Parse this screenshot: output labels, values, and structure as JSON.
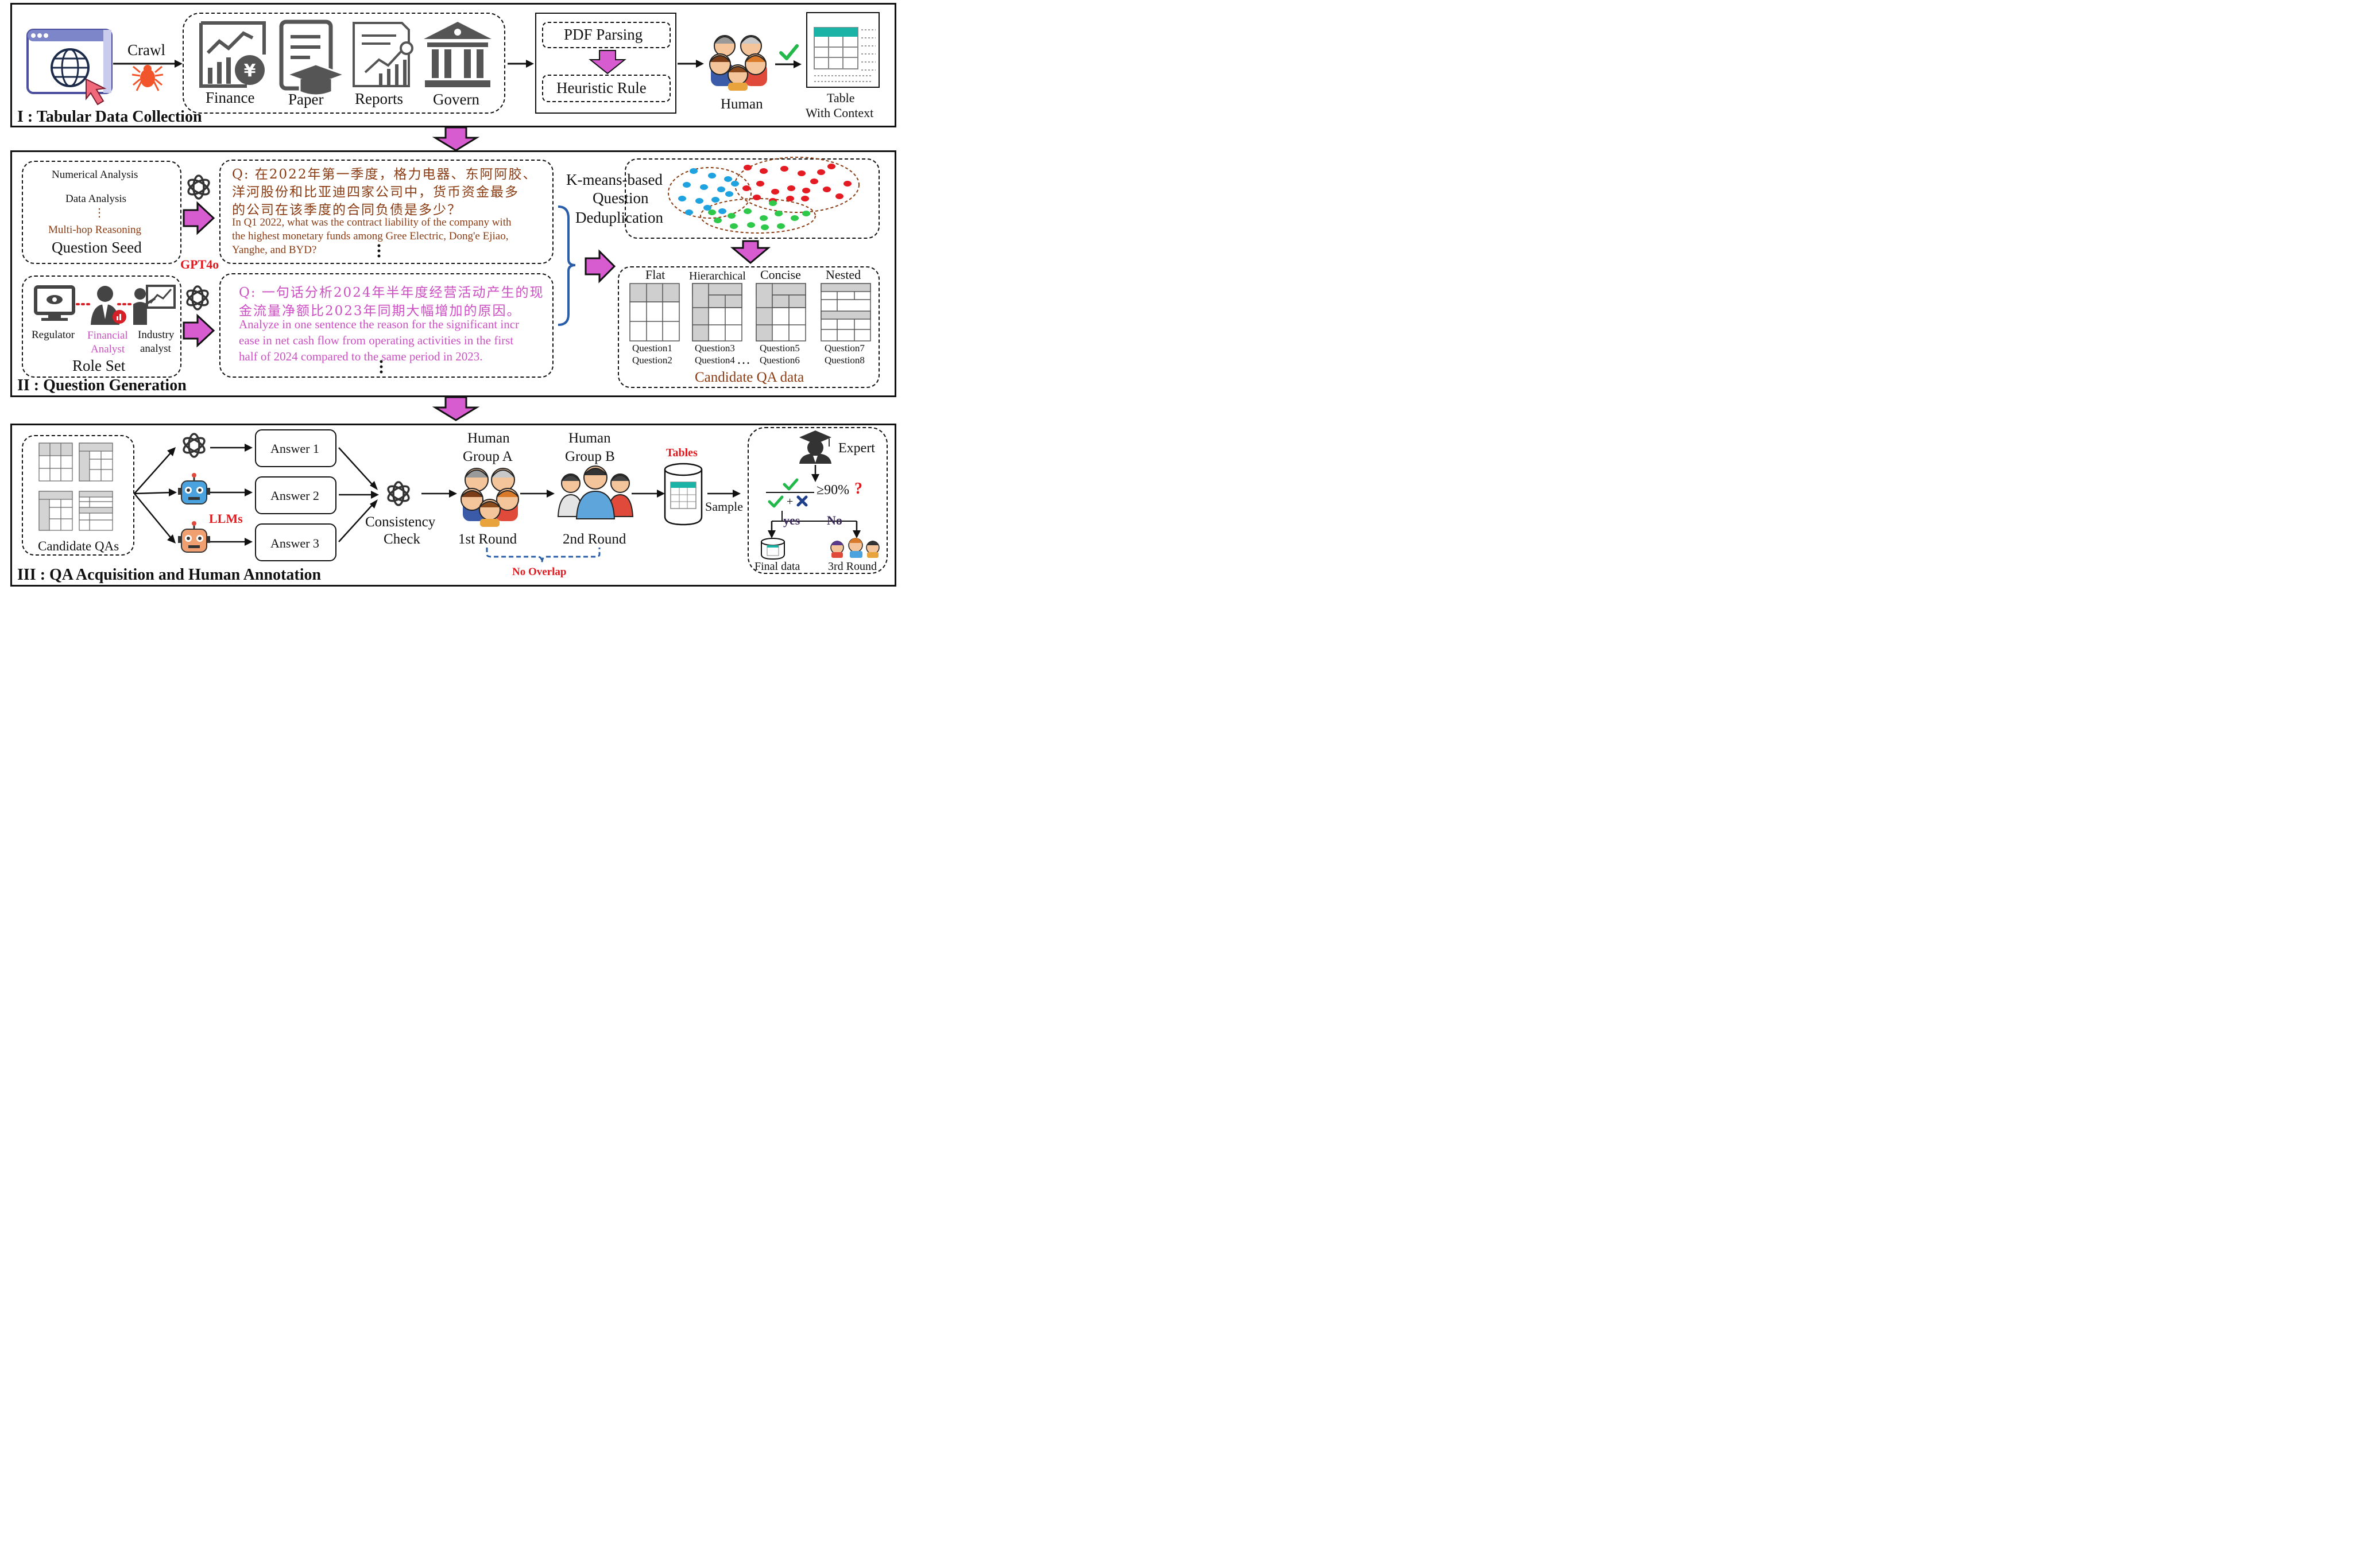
{
  "panel1": {
    "title": "I : Tabular Data Collection",
    "crawl_label": "Crawl",
    "sources": [
      "Finance",
      "Paper",
      "Reports",
      "Govern"
    ],
    "steps": [
      "PDF Parsing",
      "Heuristic Rule"
    ],
    "human_label": "Human",
    "output_label_line1": "Table",
    "output_label_line2": "With Context"
  },
  "panel2": {
    "title": "II : Question Generation",
    "seed": {
      "item1": "Numerical Analysis",
      "item2": "Data Analysis",
      "dots": "⋮",
      "item3": "Multi-hop Reasoning",
      "label": "Question Seed"
    },
    "gpt_label": "GPT4o",
    "roles": {
      "r1": "Regulator",
      "r2_line1": "Financial",
      "r2_line2": "Analyst",
      "r3_line1": "Industry",
      "r3_line2": "analyst",
      "label": "Role Set"
    },
    "q1": {
      "zh_line1": "Q: 在2022年第一季度，格力电器、东阿阿胶、",
      "zh_line2": "洋河股份和比亚迪四家公司中，货币资金最多",
      "zh_line3": "的公司在该季度的合同负债是多少？",
      "en_line1": "In Q1 2022, what was the contract liability of the company with",
      "en_line2": "the highest monetary funds among Gree Electric, Dong'e Ejiao,",
      "en_line3": "Yanghe, and BYD?"
    },
    "q2": {
      "zh_line1": "Q: 一句话分析2024年半年度经营活动产生的现",
      "zh_line2": "金流量净额比2023年同期大幅增加的原因。",
      "en_line1": "Analyze in one sentence the reason for the significant incr",
      "en_line2": "ease in net cash flow from operating activities in the first",
      "en_line3": "half of 2024 compared to the same period in 2023."
    },
    "dedup_line1": "K-means-based",
    "dedup_line2": "Question",
    "dedup_line3": "Deduplication",
    "table_types": [
      "Flat",
      "Hierarchical",
      "Concise",
      "Nested"
    ],
    "questions": [
      [
        "Question1",
        "Question2"
      ],
      [
        "Question3",
        "Question4"
      ],
      [
        "Question5",
        "Question6"
      ],
      [
        "Question7",
        "Question8"
      ]
    ],
    "ellipsis": "…",
    "candidate_label": "Candidate QA data"
  },
  "panel3": {
    "title": "III : QA Acquisition and Human Annotation",
    "candidate_label": "Candidate QAs",
    "llms_label": "LLMs",
    "answers": [
      "Answer 1",
      "Answer 2",
      "Answer 3"
    ],
    "consistency_line1": "Consistency",
    "consistency_line2": "Check",
    "groupA_line1": "Human",
    "groupA_line2": "Group A",
    "groupB_line1": "Human",
    "groupB_line2": "Group B",
    "round1": "1st Round",
    "round2": "2nd Round",
    "no_overlap": "No Overlap",
    "tables_label": "Tables",
    "sample_label": "Sample",
    "expert_label": "Expert",
    "threshold": "≥90%",
    "question_mark": "?",
    "yes_label": "yes",
    "no_label": "No",
    "final_label": "Final data",
    "round3": "3rd Round"
  },
  "colors": {
    "arrow_fill": "#d65cd0",
    "brown_text": "#8a3b12",
    "pink_text": "#cc4fc3",
    "red_text": "#e0191f",
    "blue_dot": "#1fa3e0",
    "red_dot": "#e51b23",
    "green_dot": "#2ec94a",
    "teal": "#1ab3a6"
  }
}
